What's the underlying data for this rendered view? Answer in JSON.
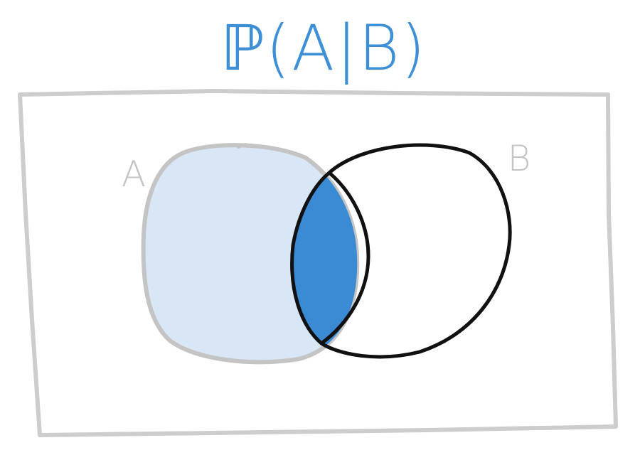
{
  "title": "ℙ(A|B)",
  "sets": {
    "a": {
      "label": "A"
    },
    "b": {
      "label": "B"
    }
  },
  "colors": {
    "title": "#3d8fd6",
    "frame": "#cdcdcd",
    "set_a_fill": "#d8e6f5",
    "set_a_outline": "#c4c4c4",
    "label_a": "#c4c4c4",
    "label_b": "#c4c4c4",
    "set_b_outline": "#111111",
    "intersection_fill": "#3a8ad4",
    "background": "#ffffff"
  }
}
